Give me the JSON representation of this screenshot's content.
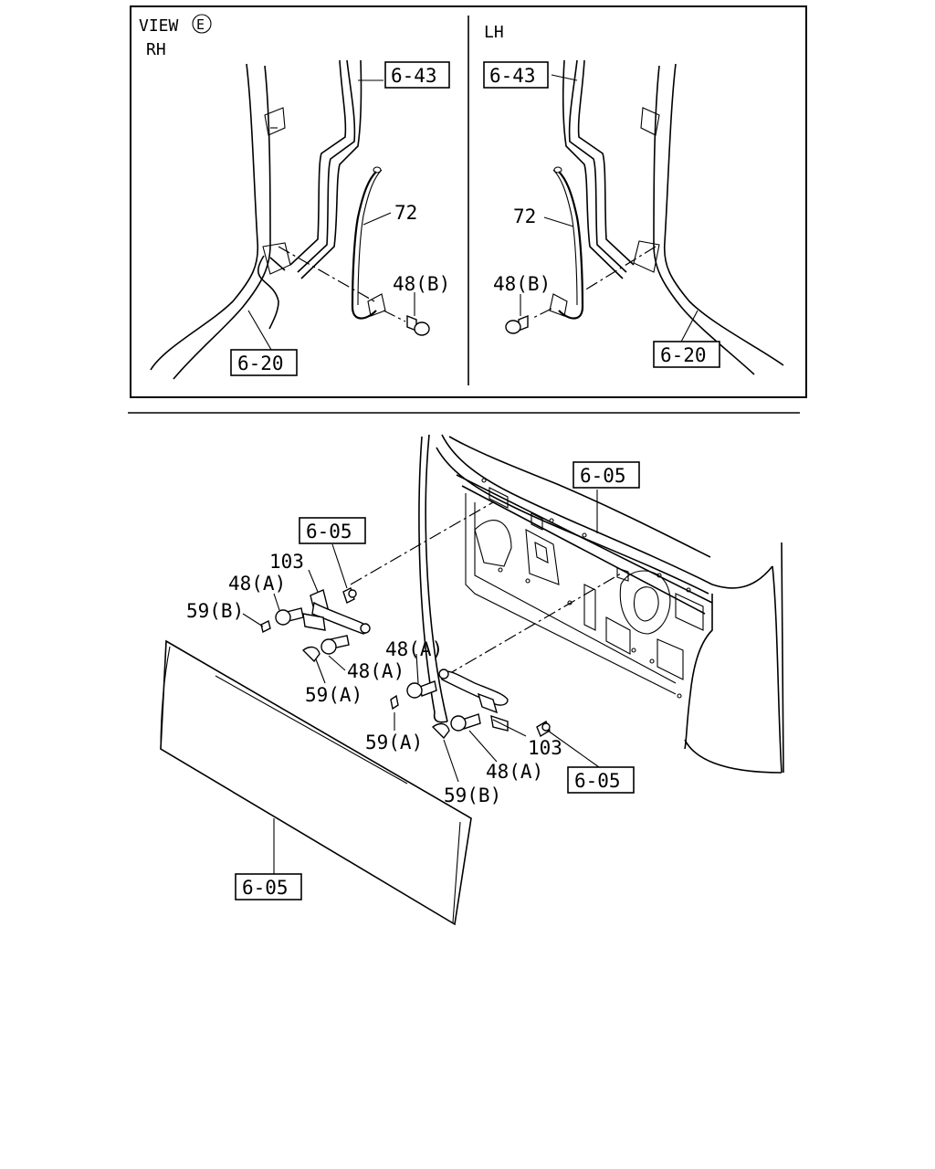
{
  "view": {
    "title": "VIEW",
    "marker": "E",
    "rh_label": "RH",
    "lh_label": "LH"
  },
  "rh": {
    "ref_6_43": "6-43",
    "part_72": "72",
    "part_48b": "48(B)",
    "ref_6_20": "6-20"
  },
  "lh": {
    "ref_6_43": "6-43",
    "part_72": "72",
    "part_48b": "48(B)",
    "ref_6_20": "6-20"
  },
  "main": {
    "ref_6_05_top": "6-05",
    "ref_6_05_upper": "6-05",
    "part_103_upper": "103",
    "part_48a_1": "48(A)",
    "part_59b_upper": "59(B)",
    "part_48a_2": "48(A)",
    "part_59a_upper": "59(A)",
    "part_48a_3": "48(A)",
    "part_59a_lower": "59(A)",
    "part_103_lower": "103",
    "part_48a_4": "48(A)",
    "ref_6_05_lower": "6-05",
    "part_59b_lower": "59(B)",
    "ref_6_05_panel": "6-05"
  }
}
